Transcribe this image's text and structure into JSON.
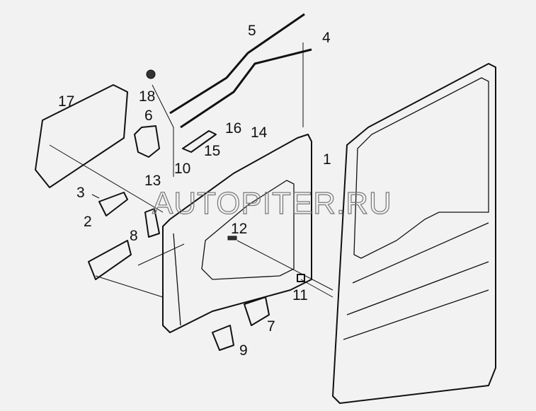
{
  "watermark": "AUTOPITER.RU",
  "callouts": [
    {
      "id": "5",
      "text": "5"
    },
    {
      "id": "4",
      "text": "4"
    },
    {
      "id": "17",
      "text": "17"
    },
    {
      "id": "18",
      "text": "18"
    },
    {
      "id": "6",
      "text": "6"
    },
    {
      "id": "16",
      "text": "16"
    },
    {
      "id": "14",
      "text": "14"
    },
    {
      "id": "15",
      "text": "15"
    },
    {
      "id": "1",
      "text": "1"
    },
    {
      "id": "10",
      "text": "10"
    },
    {
      "id": "13",
      "text": "13"
    },
    {
      "id": "3",
      "text": "3"
    },
    {
      "id": "2",
      "text": "2"
    },
    {
      "id": "8",
      "text": "8"
    },
    {
      "id": "12",
      "text": "12"
    },
    {
      "id": "11",
      "text": "11"
    },
    {
      "id": "7",
      "text": "7"
    },
    {
      "id": "9",
      "text": "9"
    }
  ]
}
